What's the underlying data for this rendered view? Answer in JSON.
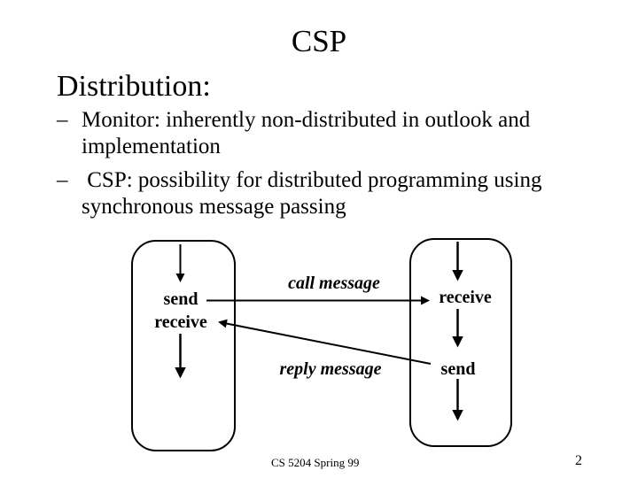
{
  "slide": {
    "title": "CSP",
    "heading": "Distribution:",
    "bullets": [
      {
        "marker": "–",
        "lines": [
          "Monitor: inherently non-distributed in outlook and",
          "implementation"
        ]
      },
      {
        "marker": "–",
        "lines": [
          " CSP: possibility for distributed programming using",
          "synchronous message passing"
        ]
      }
    ],
    "footer": {
      "course": "CS 5204 Spring 99",
      "page_number": "2"
    }
  },
  "diagram": {
    "left_process": {
      "labels": {
        "send": "send",
        "receive": "receive"
      }
    },
    "right_process": {
      "labels": {
        "receive": "receive",
        "send": "send"
      }
    },
    "arrows": {
      "call_label": "call message",
      "reply_label": "reply message"
    },
    "colors": {
      "ink": "#000000",
      "background": "#ffffff"
    }
  }
}
